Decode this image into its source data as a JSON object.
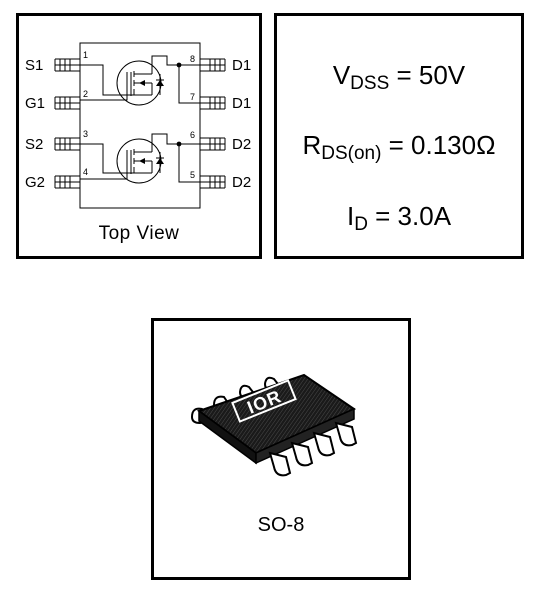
{
  "pinout": {
    "caption": "Top View",
    "left_pins": [
      {
        "label": "S1",
        "number": "1"
      },
      {
        "label": "G1",
        "number": "2"
      },
      {
        "label": "S2",
        "number": "3"
      },
      {
        "label": "G2",
        "number": "4"
      }
    ],
    "right_pins": [
      {
        "label": "D1",
        "number": "8"
      },
      {
        "label": "D1",
        "number": "7"
      },
      {
        "label": "D2",
        "number": "6"
      },
      {
        "label": "D2",
        "number": "5"
      }
    ]
  },
  "specs": {
    "vdss": {
      "symbol": "V",
      "subscript": "DSS",
      "value": " = 50V"
    },
    "rds_on": {
      "symbol": "R",
      "subscript": "DS(on)",
      "value": " = 0.130Ω"
    },
    "id": {
      "symbol": "I",
      "subscript": "D",
      "value": " = 3.0A"
    }
  },
  "package": {
    "caption": "SO-8",
    "logo_text": "IOR"
  }
}
